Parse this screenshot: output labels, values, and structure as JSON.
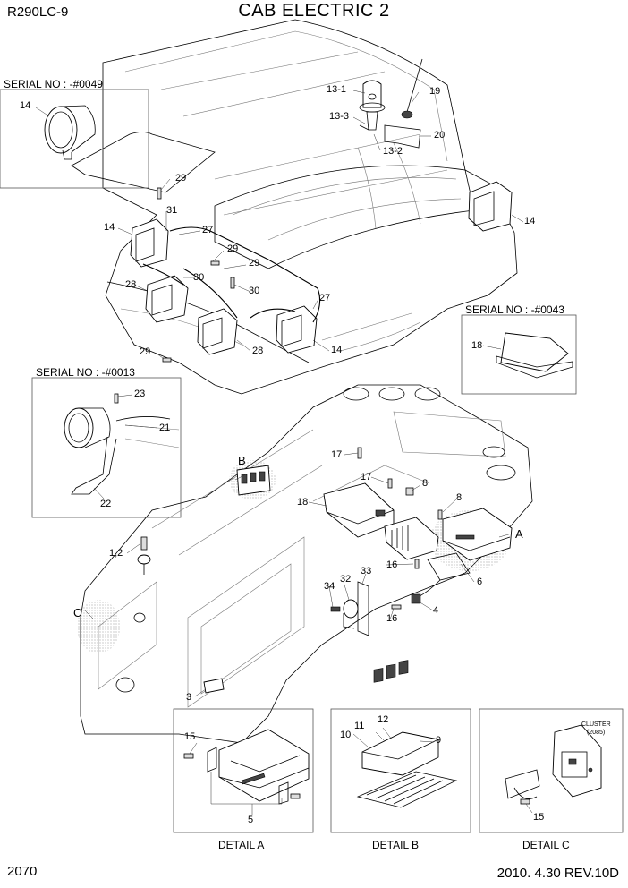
{
  "header": {
    "model": "R290LC-9",
    "title": "CAB ELECTRIC 2"
  },
  "footer": {
    "page": "2070",
    "revision": "2010. 4.30  REV.10D"
  },
  "serial_notes": [
    "SERIAL NO : -#0049",
    "SERIAL NO : -#0043",
    "SERIAL NO : -#0013"
  ],
  "details": [
    "DETAIL A",
    "DETAIL B",
    "DETAIL C"
  ],
  "detail_letters": [
    "A",
    "B",
    "C"
  ],
  "cluster_note": {
    "line1": "CLUSTER",
    "line2": "(2085)"
  },
  "part_labels": {
    "p13_1": "13-1",
    "p19": "19",
    "p13_3": "13-3",
    "p20": "20",
    "p13_2": "13-2",
    "p14_box": "14",
    "p29_a": "29",
    "p31": "31",
    "p14_l": "14",
    "p27_a": "27",
    "p29_b": "29",
    "p29_c": "29",
    "p28_a": "28",
    "p30_a": "30",
    "p30_b": "30",
    "p27_b": "27",
    "p14_r": "14",
    "p28_b": "28",
    "p14_b": "14",
    "p29_d": "29",
    "p18_box": "18",
    "p23": "23",
    "p21": "21",
    "p22": "22",
    "p17_a": "17",
    "p17_b": "17",
    "p18": "18",
    "p8_a": "8",
    "p8_b": "8",
    "p12": "1,2",
    "p16_a": "16",
    "p6": "6",
    "p33": "33",
    "p32": "32",
    "p34": "34",
    "p4": "4",
    "p16_b": "16",
    "p3": "3",
    "dA_15": "15",
    "dA_5": "5",
    "dB_12": "12",
    "dB_11": "11",
    "dB_10": "10",
    "dB_9": "9",
    "dC_15": "15"
  }
}
